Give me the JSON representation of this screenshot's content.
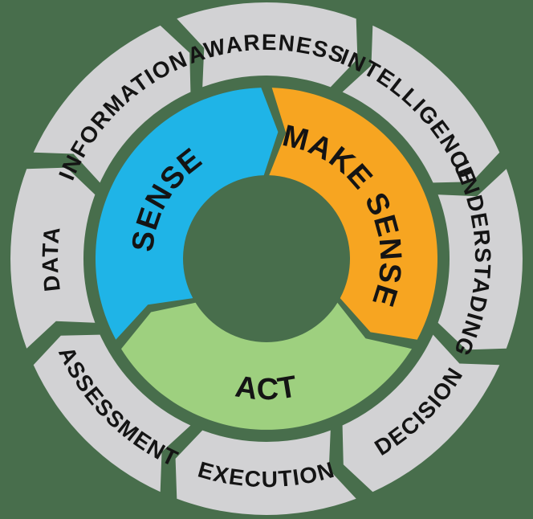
{
  "diagram": {
    "kind": "circular-cycle-diagram"
  },
  "colors": {
    "background": "#486e4c",
    "ring_fill": "#d2d2d4",
    "label_text": "#141414",
    "sense_blue": "#1fb4e7",
    "make_sense_orange": "#f7a521",
    "act_green": "#9ed07f"
  },
  "outer_ring": {
    "segments": [
      {
        "label": "AWARENESS",
        "angle": 0,
        "flipped": false
      },
      {
        "label": "INTELLIGENCE",
        "angle": 45,
        "flipped": false
      },
      {
        "label": "UNDERSTADING",
        "angle": 90,
        "flipped": false
      },
      {
        "label": "DECISION",
        "angle": 135,
        "flipped": true
      },
      {
        "label": "EXECUTION",
        "angle": 180,
        "flipped": true
      },
      {
        "label": "ASSESSMENT",
        "angle": 225,
        "flipped": true
      },
      {
        "label": "DATA",
        "angle": 270,
        "flipped": false
      },
      {
        "label": "INFORMATION",
        "angle": 315,
        "flipped": false
      }
    ]
  },
  "inner_ring": {
    "segments": [
      {
        "label": "SENSE",
        "color": "#1fb4e7",
        "tip_angle": 360,
        "flipped": false
      },
      {
        "label": "MAKE SENSE",
        "color": "#f7a521",
        "tip_angle": 120,
        "flipped": false
      },
      {
        "label": "ACT",
        "color": "#9ed07f",
        "tip_angle": 240,
        "flipped": true
      }
    ]
  }
}
